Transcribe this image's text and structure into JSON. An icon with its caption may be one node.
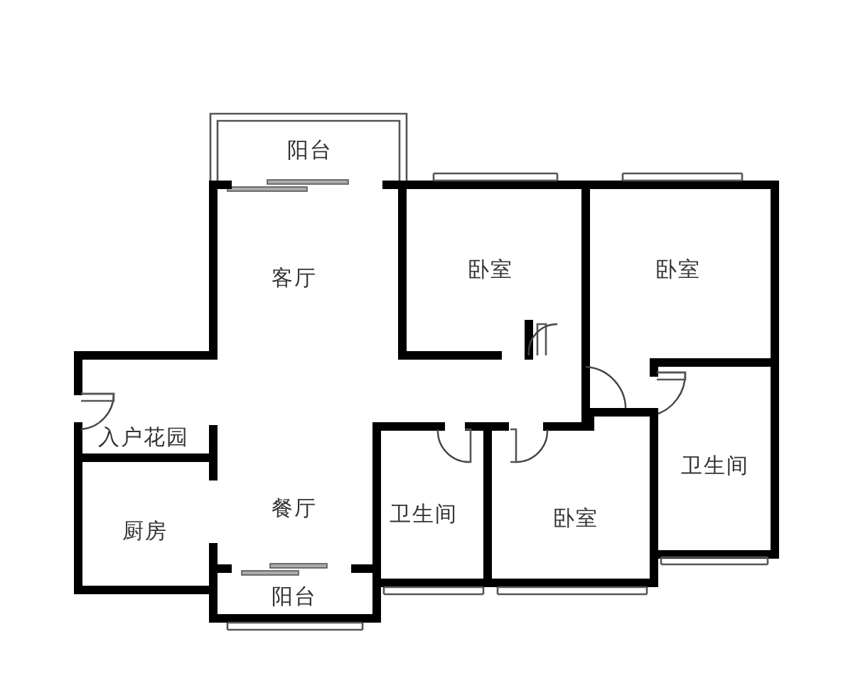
{
  "diagram": {
    "labels": [
      "阳台",
      "卧室",
      "卧室",
      "客厅",
      "入户花园",
      "卫生间",
      "餐厅",
      "卫生间",
      "卧室",
      "厨房",
      "阳台"
    ]
  }
}
